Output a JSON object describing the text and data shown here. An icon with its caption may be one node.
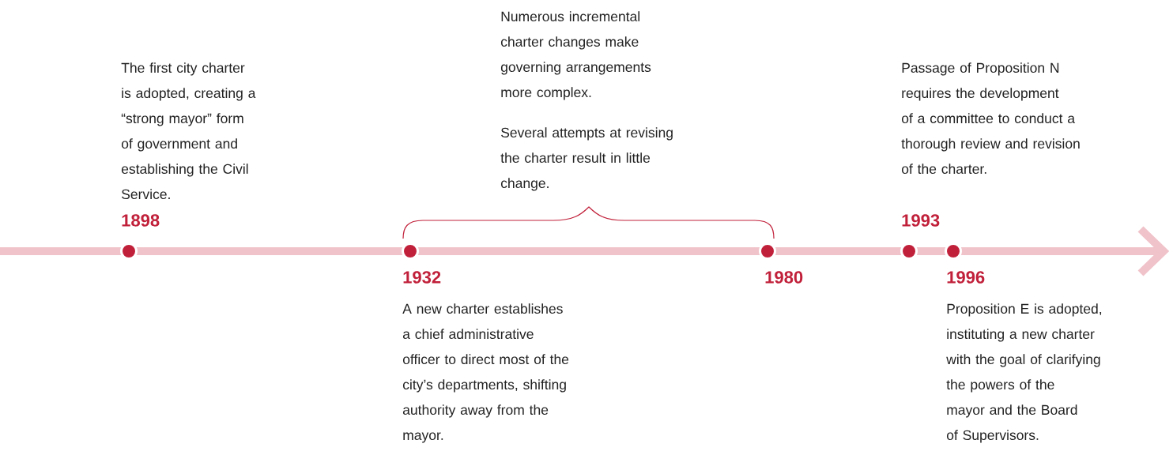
{
  "diagram": {
    "labels": [
      "Numerous incremental charter changes make governing arrangements more complex.",
      "Several attempts at revising the charter result in little change.",
      "The first city charter is adopted, creating a “strong mayor” form of government and establishing the Civil Service.",
      "Passage of Proposition N requires the development of a committee to conduct a thorough review and revision of the charter.",
      "1898",
      "1993",
      "1932",
      "1980",
      "1996",
      "A new charter establishes a chief administrative officer to direct most of the city’s departments, shifting authority away from the mayor.",
      "Proposition E is adopted, instituting a new charter with the goal of clarifying the powers of the mayor and the Board of Supervisors."
    ]
  }
}
